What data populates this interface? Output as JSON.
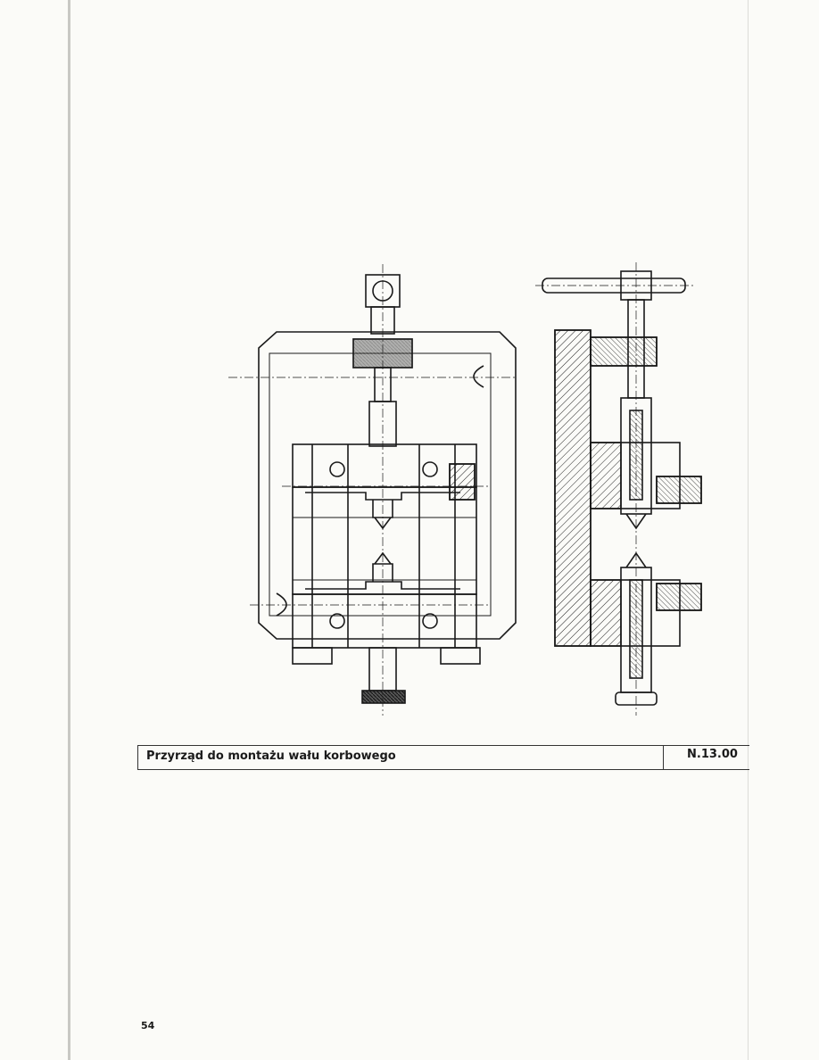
{
  "caption": {
    "title": "Przyrząd do montażu wału korbowego",
    "code": "N.13.00"
  },
  "page": {
    "number": "54"
  }
}
